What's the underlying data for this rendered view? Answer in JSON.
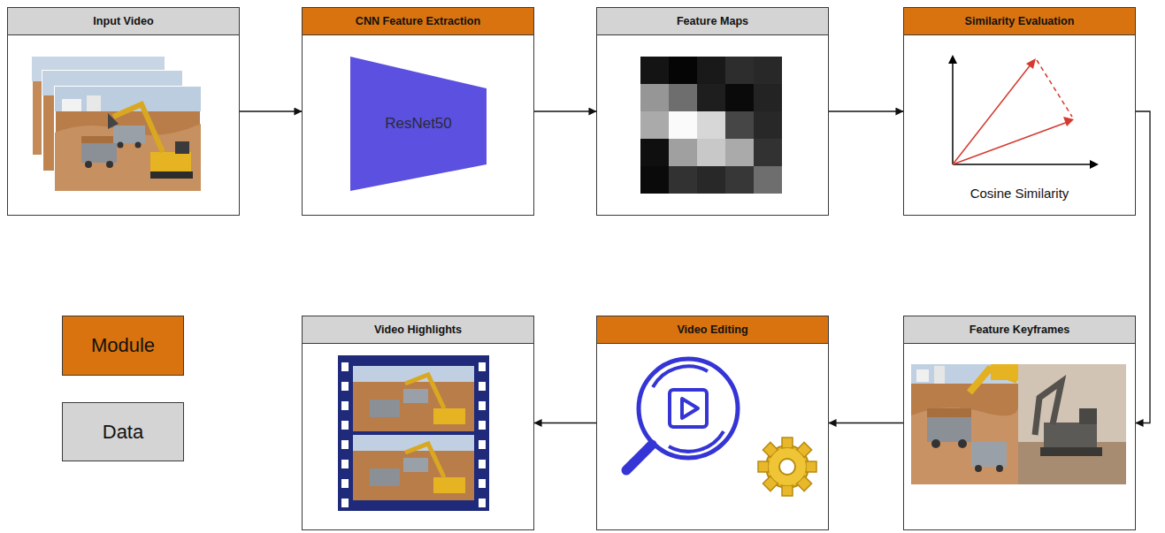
{
  "diagram": {
    "nodes": [
      {
        "text": [
          "Input Video"
        ]
      },
      {
        "text": [
          "CNN Feature Extraction"
        ]
      },
      {
        "text": [
          "ResNet50"
        ],
        "in": 1
      },
      {
        "text": [
          "Feature Maps"
        ]
      },
      {
        "text": [
          "Similarity Evaluation",
          "Cosine Similarity"
        ]
      },
      {
        "text": [
          "Feature Keyframes"
        ]
      },
      {
        "text": [
          "Video Editing"
        ]
      },
      {
        "text": [
          "Video Highlights"
        ]
      }
    ],
    "edges": [
      {
        "from": 0,
        "to": 1,
        "arrow": "to"
      },
      {
        "from": 1,
        "to": 3,
        "arrow": "to"
      },
      {
        "from": 3,
        "to": 4,
        "arrow": "to"
      },
      {
        "from": 4,
        "to": 5,
        "arrow": "to"
      },
      {
        "from": 5,
        "to": 6,
        "arrow": "to"
      },
      {
        "from": 6,
        "to": 7,
        "arrow": "to"
      }
    ],
    "legend": [
      {
        "text": "Module",
        "color": "#d9730f"
      },
      {
        "text": "Data",
        "color": "#d4d4d4"
      }
    ]
  }
}
